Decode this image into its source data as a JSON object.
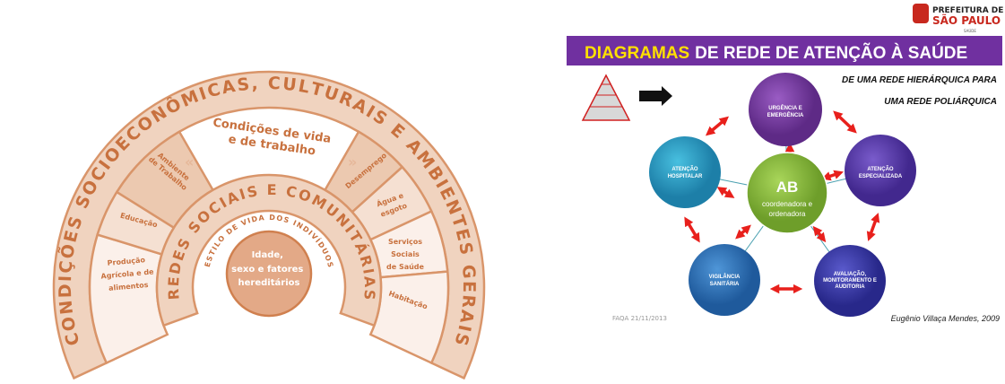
{
  "left_diagram": {
    "outer_band": "CONDIÇÕES SOCIOECONÔMICAS, CULTURAIS E AMBIENTES GERAIS",
    "top_label": [
      "Condições de vida",
      "e de trabalho"
    ],
    "sectors_left": [
      {
        "lines": [
          "Ambiente",
          "de Trabalho"
        ]
      },
      {
        "lines": [
          "Educação"
        ]
      },
      {
        "lines": [
          "Produção",
          "Agrícola e de",
          "alimentos"
        ]
      }
    ],
    "sectors_right": [
      {
        "lines": [
          "Desemprego"
        ]
      },
      {
        "lines": [
          "Água e",
          "esgoto"
        ]
      },
      {
        "lines": [
          "Serviços",
          "Sociais",
          "de Saúde"
        ]
      },
      {
        "lines": [
          "Habitação"
        ]
      }
    ],
    "middle_band": "REDES SOCIAIS E COMUNITÁRIAS",
    "inner_band": "ESTILO DE VIDA DOS INDIVÍDUOS",
    "core": [
      "Idade,",
      "sexo e fatores",
      "hereditários"
    ]
  },
  "right_diagram": {
    "logo": {
      "line1": "PREFEITURA DE",
      "line2": "SÃO PAULO",
      "line3": "SAÚDE"
    },
    "title_highlight": "DIAGRAMAS",
    "title_rest": "DE REDE DE ATENÇÃO À SAÚDE",
    "subtitle": [
      "DE UMA REDE HIERÁRQUICA PARA",
      "UMA  REDE POLIÁRQUICA"
    ],
    "center": {
      "title": "AB",
      "lines": [
        "coordenadora e",
        "ordenadora"
      ]
    },
    "nodes": {
      "urgencia": [
        "URGÊNCIA E",
        "EMERGÊNCIA"
      ],
      "hospitalar": [
        "ATENÇÃO",
        "HOSPITALAR"
      ],
      "especializada": [
        "ATENÇÃO",
        "ESPECIALIZADA"
      ],
      "vigilancia": [
        "VIGILÂNCIA",
        "SANITÁRIA"
      ],
      "avaliacao": [
        "AVALIAÇÃO,",
        "MONITORAMENTO E",
        "AUDITORIA"
      ]
    },
    "footer_left": "FAQA 21/11/2013",
    "footer_right": "Eugênio Villaça Mendes, 2009",
    "colors": {
      "header": "#7030a0",
      "highlight": "#ffe000",
      "arrow": "#e8201c"
    }
  }
}
